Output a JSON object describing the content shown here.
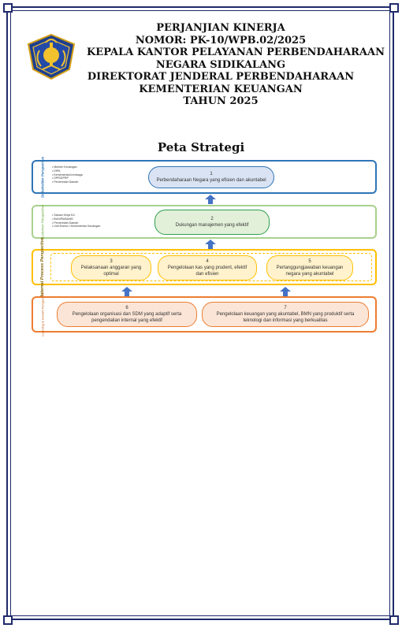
{
  "header": {
    "lines": [
      "PERJANJIAN KINERJA",
      "NOMOR: PK-10/WPB.02/2025",
      "KEPALA KANTOR PELAYANAN PERBENDAHARAAN",
      "NEGARA SIDIKALANG",
      "DIREKTORAT JENDERAL PERBENDAHARAAN",
      "KEMENTERIAN KEUANGAN",
      "TAHUN 2025"
    ]
  },
  "map_title": "Peta Strategi",
  "perspectives": [
    {
      "label": "Stakeholder Perspective",
      "color": "#2e75b6",
      "bullets": [
        "Menteri Keuangan",
        "DIPA",
        "Kementerian/Lembaga",
        "DPR/DPRP",
        "Pemerintah Daerah"
      ],
      "objectives": [
        {
          "number": "1",
          "text": "Perbendaharaan Negara yang efisien dan akuntabel"
        }
      ]
    },
    {
      "label": "Customer Perspective",
      "color": "#a9d18e",
      "bullets": [
        "Satuan Kerja K/L",
        "BUN/PA/BUMD",
        "Pemerintah Daerah",
        "Unit Eselon I Kementerian Keuangan"
      ],
      "objectives": [
        {
          "number": "2",
          "text": "Dukungan manajemen yang efektif"
        }
      ]
    },
    {
      "label": "Internal Process Perspective",
      "color": "#ffc000",
      "bullets": [],
      "objectives": [
        {
          "number": "3",
          "text": "Pelaksanaan anggaran yang optimal"
        },
        {
          "number": "4",
          "text": "Pengelolaan kas yang prudent, efektif dan efisien"
        },
        {
          "number": "5",
          "text": "Pertanggungjawaban keuangan negara yang akuntabel"
        }
      ]
    },
    {
      "label": "Learning & Growth Perspective",
      "color": "#ed7d31",
      "bullets": [],
      "objectives": [
        {
          "number": "6",
          "text": "Pengelolaan organisasi dan SDM yang adaptif serta pengendalian internal yang efektif"
        },
        {
          "number": "7",
          "text": "Pengelolaan keuangan yang akuntabel, BMN yang produktif serta teknologi dan informasi yang berkualitas"
        }
      ]
    }
  ],
  "colors": {
    "frame": "#1f2a6b",
    "arrow": "#4472c4",
    "obj1_fill": "#dae3f3",
    "obj2_fill": "#e2f0d9",
    "obj_internal_fill": "#fff2cc",
    "obj_learning_fill": "#fbe5d6"
  },
  "icons": {
    "logo": "kemenkeu-emblem",
    "arrow": "up-arrow-icon"
  }
}
